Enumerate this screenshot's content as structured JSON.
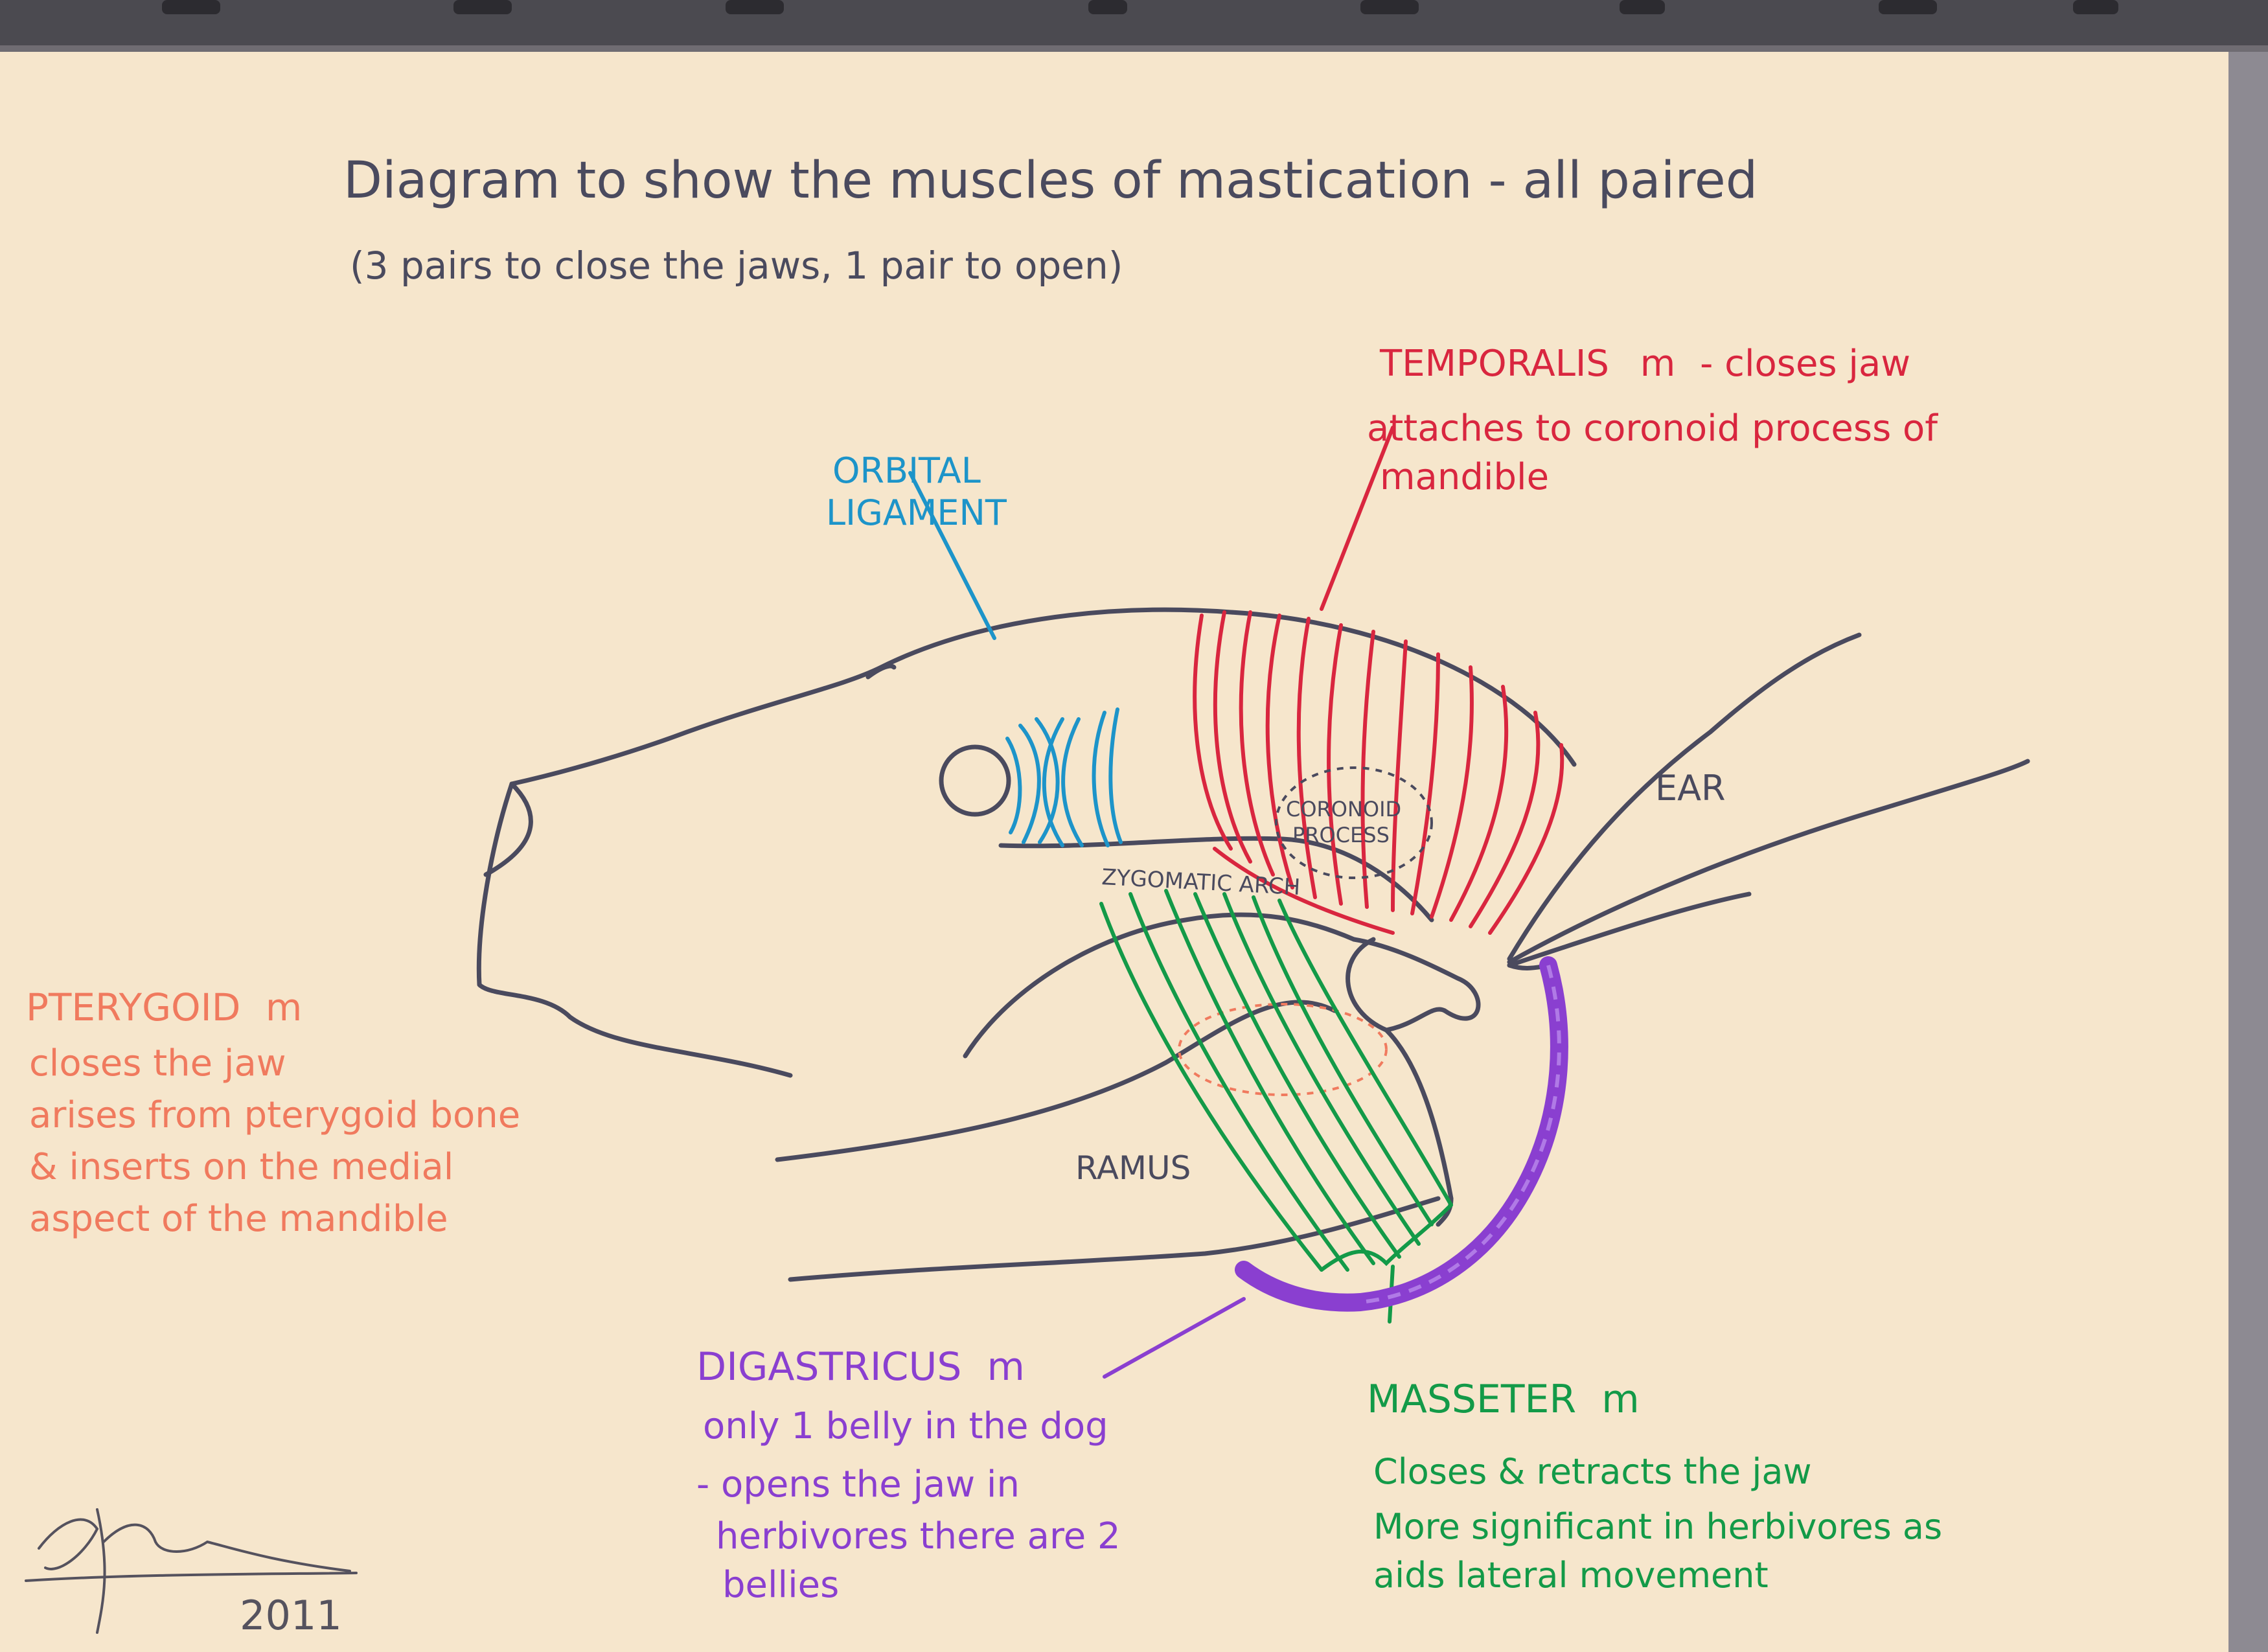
{
  "title": "Diagram to show the muscles of mastication - all paired",
  "subtitle": "(3 pairs to close the jaws, 1 pair to open)",
  "colors": {
    "paper": "#f6e6cc",
    "outline": "#4a4a5e",
    "temporalis": "#d9263f",
    "orbital": "#1d94c9",
    "pterygoid": "#f07a5e",
    "digastricus": "#8a3fd0",
    "masseter": "#139a48"
  },
  "labels": {
    "ear": "EAR",
    "coronoid": [
      "CORONOID",
      "PROCESS"
    ],
    "zygomatic": "ZYGOMATIC ARCH",
    "ramus": "RAMUS"
  },
  "orbital": {
    "name": [
      "ORBITAL",
      "LIGAMENT"
    ]
  },
  "temporalis": {
    "name": "TEMPORALIS",
    "suffix": "m",
    "lines": [
      "- closes jaw",
      "attaches to coronoid process of",
      "mandible"
    ]
  },
  "pterygoid": {
    "name": "PTERYGOID",
    "suffix": "m",
    "lines": [
      "closes the jaw",
      "arises from pterygoid bone",
      "& inserts on the medial",
      "aspect of the mandible"
    ]
  },
  "digastricus": {
    "name": "DIGASTRICUS",
    "suffix": "m",
    "lines": [
      "only 1 belly in the dog",
      "- opens the jaw in",
      "herbivores there are 2",
      "bellies"
    ]
  },
  "masseter": {
    "name": "MASSETER",
    "suffix": "m",
    "lines": [
      "Closes & retracts the jaw",
      "More significant in herbivores as",
      "aids lateral movement"
    ]
  },
  "signature": {
    "year": "2011"
  }
}
